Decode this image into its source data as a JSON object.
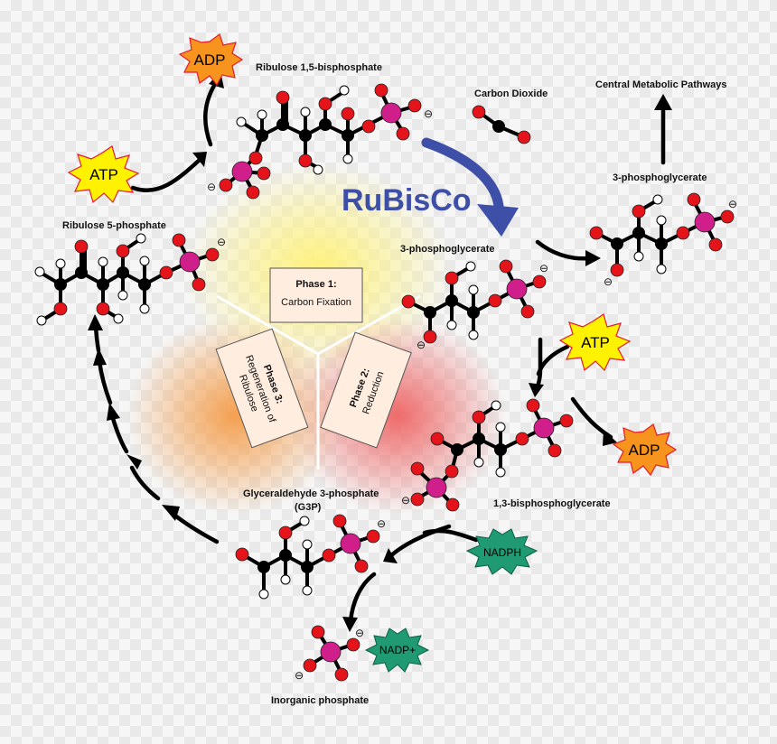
{
  "title_rubisco": "RuBisCo",
  "labels": {
    "ribulose_bp": "Ribulose 1,5-bisphosphate",
    "carbon_dioxide": "Carbon Dioxide",
    "central_pathways": "Central Metabolic Pathways",
    "pga_right": "3-phosphoglycerate",
    "pga_center": "3-phosphoglycerate",
    "ribulose_5p": "Ribulose 5-phosphate",
    "bpg": "1,3-bisphosphoglycerate",
    "g3p_line1": "Glyceraldehyde 3-phosphate",
    "g3p_line2": "(G3P)",
    "inorganic_phosphate": "Inorganic phosphate"
  },
  "phases": {
    "phase1_title": "Phase 1:",
    "phase1_sub": "Carbon Fixation",
    "phase2_title": "Phase 2:",
    "phase2_sub": "Reduction",
    "phase3_title": "Phase 3:",
    "phase3_sub1": "Regeneration of",
    "phase3_sub2": "Ribulose"
  },
  "bursts": {
    "adp_top": "ADP",
    "atp_left": "ATP",
    "atp_right": "ATP",
    "adp_right": "ADP",
    "nadph": "NADPH",
    "nadp_plus": "NADP+"
  },
  "charge": "⊖",
  "colors": {
    "carbon": "#000000",
    "oxygen": "#e5141b",
    "phosphorus": "#d01f8a",
    "hydrogen": "#ffffff",
    "rubisco_arrow": "#3e4fa8",
    "phase1_glow": "#fff27a",
    "phase2_glow": "#ef6b6b",
    "phase3_glow": "#f5a050",
    "adp_fill": "#f7941d",
    "atp_fill": "#fff200",
    "nadph_fill": "#1f9a73"
  }
}
